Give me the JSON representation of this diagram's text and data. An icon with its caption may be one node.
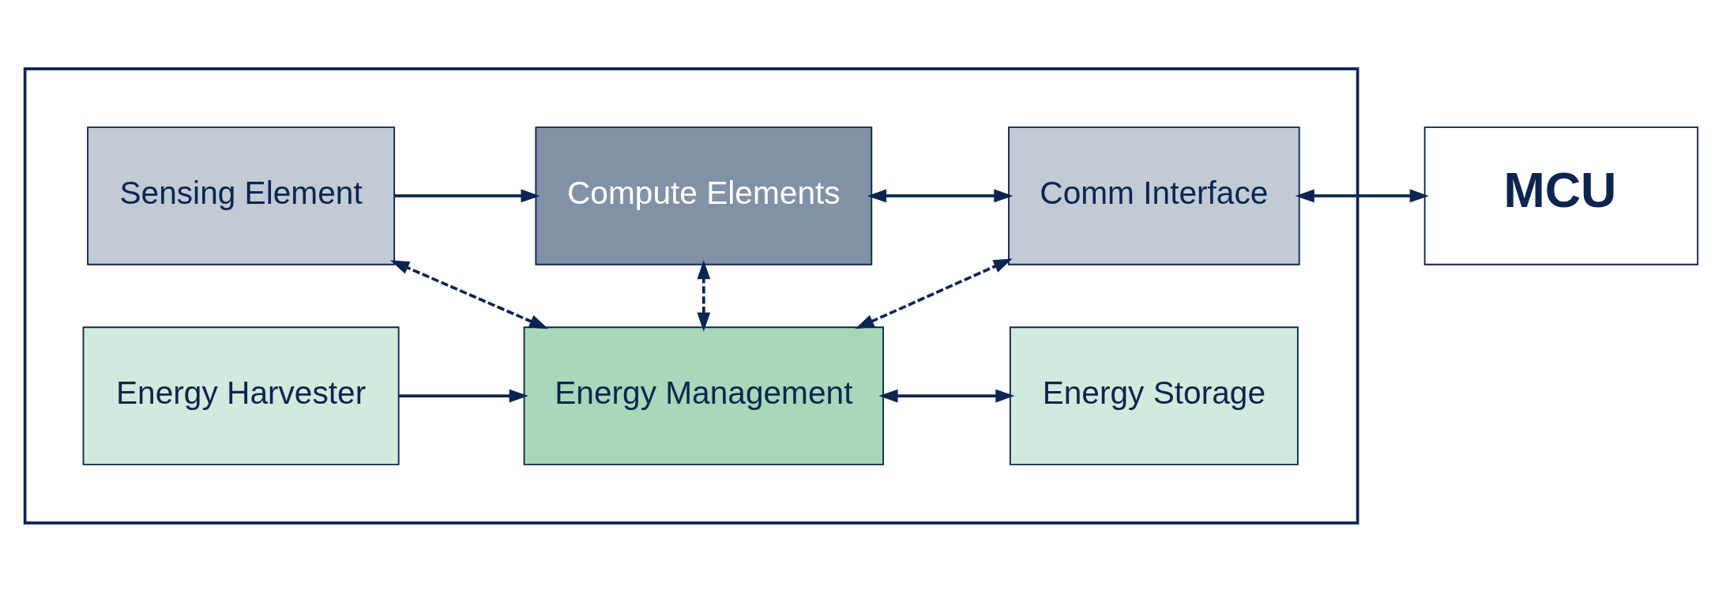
{
  "diagram": {
    "nodes": [
      {
        "text": [],
        "shape": "box"
      },
      {
        "text": [
          "Sensing Element"
        ],
        "in": 0
      },
      {
        "text": [
          "Compute Elements"
        ],
        "in": 0
      },
      {
        "text": [
          "Comm Interface"
        ],
        "in": 0
      },
      {
        "text": [
          "MCU"
        ]
      },
      {
        "text": [
          "Energy Harvester"
        ],
        "in": 0
      },
      {
        "text": [
          "Energy Management"
        ],
        "in": 0
      },
      {
        "text": [
          "Energy Storage"
        ],
        "in": 0
      }
    ],
    "edges": [
      {
        "from": 1,
        "to": 2,
        "arrow": "to"
      },
      {
        "from": 2,
        "to": 3,
        "arrow": "both"
      },
      {
        "from": 3,
        "to": 4,
        "arrow": "both"
      },
      {
        "from": 5,
        "to": 6,
        "arrow": "to"
      },
      {
        "from": 6,
        "to": 7,
        "arrow": "both"
      },
      {
        "from": 6,
        "to": 1,
        "arrow": "both",
        "style": "dashed"
      },
      {
        "from": 6,
        "to": 2,
        "arrow": "both",
        "style": "dashed"
      },
      {
        "from": 6,
        "to": 3,
        "arrow": "both",
        "style": "dashed"
      }
    ]
  }
}
